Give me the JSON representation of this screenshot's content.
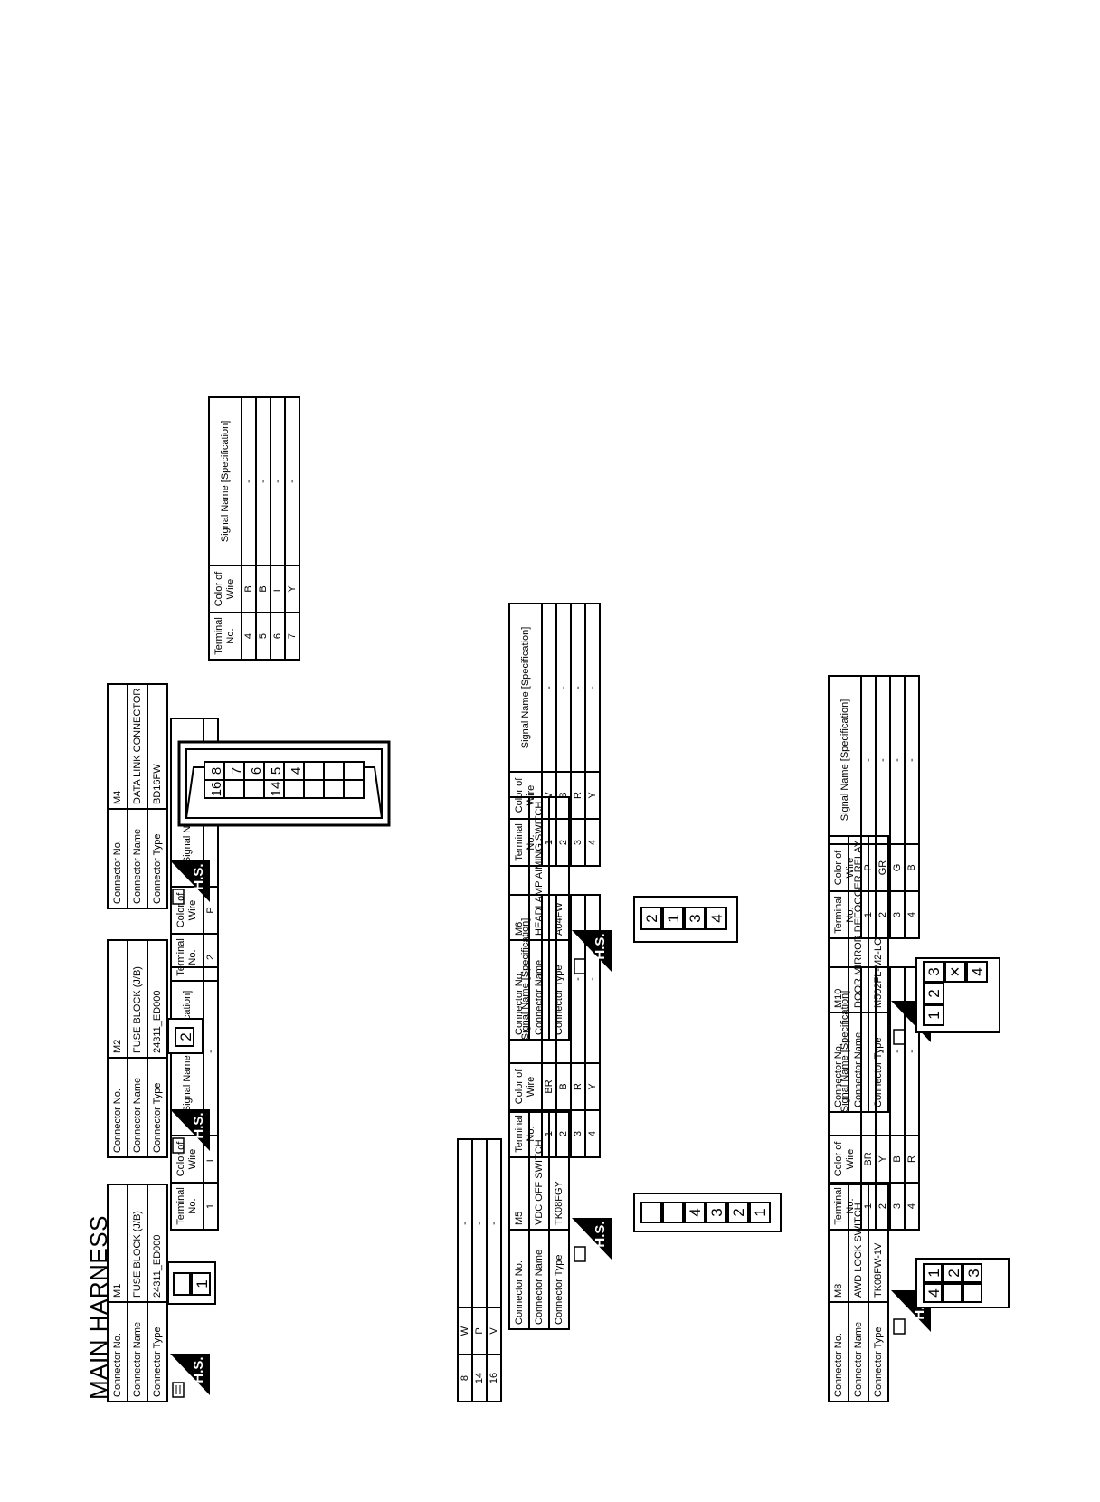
{
  "title": "MAIN HARNESS",
  "hs_label": "H.S.",
  "labels": {
    "connector_no": "Connector No.",
    "connector_name": "Connector Name",
    "connector_type": "Connector Type",
    "terminal_no": "Terminal No.",
    "color_of_wire": "Color of Wire",
    "signal_name": "Signal Name [Specification]"
  },
  "connectors": {
    "m1": {
      "no": "M1",
      "name": "FUSE BLOCK (J/B)",
      "type": "24311_ED000",
      "pins": [
        "1"
      ],
      "rows": [
        {
          "terminal": "1",
          "color": "L",
          "signal": "-"
        }
      ]
    },
    "m2": {
      "no": "M2",
      "name": "FUSE BLOCK (J/B)",
      "type": "24311_ED000",
      "pins": [
        "2"
      ],
      "rows": [
        {
          "terminal": "2",
          "color": "P",
          "signal": "-"
        }
      ]
    },
    "m4": {
      "no": "M4",
      "name": "DATA LINK CONNECTOR",
      "type": "BD16FW",
      "pins_top": [
        "16",
        "14"
      ],
      "pins_bottom": [
        "8",
        "7",
        "6",
        "5",
        "4"
      ],
      "rows": [
        {
          "terminal": "4",
          "color": "B",
          "signal": "-"
        },
        {
          "terminal": "5",
          "color": "B",
          "signal": "-"
        },
        {
          "terminal": "6",
          "color": "L",
          "signal": "-"
        },
        {
          "terminal": "7",
          "color": "Y",
          "signal": "-"
        },
        {
          "terminal": "8",
          "color": "W",
          "signal": "-"
        },
        {
          "terminal": "14",
          "color": "P",
          "signal": "-"
        },
        {
          "terminal": "16",
          "color": "V",
          "signal": "-"
        }
      ]
    },
    "m5": {
      "no": "M5",
      "name": "VDC OFF SWITCH",
      "type": "TK08FGY",
      "pins": [
        "4",
        "3",
        "2",
        "1"
      ],
      "rows": [
        {
          "terminal": "1",
          "color": "BR",
          "signal": "-"
        },
        {
          "terminal": "2",
          "color": "B",
          "signal": "-"
        },
        {
          "terminal": "3",
          "color": "R",
          "signal": "-"
        },
        {
          "terminal": "4",
          "color": "Y",
          "signal": "-"
        }
      ]
    },
    "m6": {
      "no": "M6",
      "name": "HEADLAMP AIMING SWITCH",
      "type": "A04FW",
      "pins": [
        "2",
        "1",
        "3",
        "4"
      ],
      "rows": [
        {
          "terminal": "1",
          "color": "V",
          "signal": "-"
        },
        {
          "terminal": "2",
          "color": "B",
          "signal": "-"
        },
        {
          "terminal": "3",
          "color": "R",
          "signal": "-"
        },
        {
          "terminal": "4",
          "color": "Y",
          "signal": "-"
        }
      ]
    },
    "m8": {
      "no": "M8",
      "name": "AWD LOCK SWITCH",
      "type": "TK08FW-1V",
      "pins": [
        "4",
        "1",
        "2",
        "3"
      ],
      "rows": [
        {
          "terminal": "1",
          "color": "BR",
          "signal": "-"
        },
        {
          "terminal": "2",
          "color": "Y",
          "signal": "-"
        },
        {
          "terminal": "3",
          "color": "B",
          "signal": "-"
        },
        {
          "terminal": "4",
          "color": "R",
          "signal": "-"
        }
      ]
    },
    "m10": {
      "no": "M10",
      "name": "DOOR MIRROR DEFOGGER RELAY",
      "type": "M502FL-M2-LC",
      "pins": [
        "1",
        "2",
        "3",
        "4"
      ],
      "rows": [
        {
          "terminal": "1",
          "color": "P",
          "signal": "-"
        },
        {
          "terminal": "2",
          "color": "GR",
          "signal": "-"
        },
        {
          "terminal": "3",
          "color": "G",
          "signal": "-"
        },
        {
          "terminal": "4",
          "color": "B",
          "signal": "-"
        }
      ]
    }
  }
}
